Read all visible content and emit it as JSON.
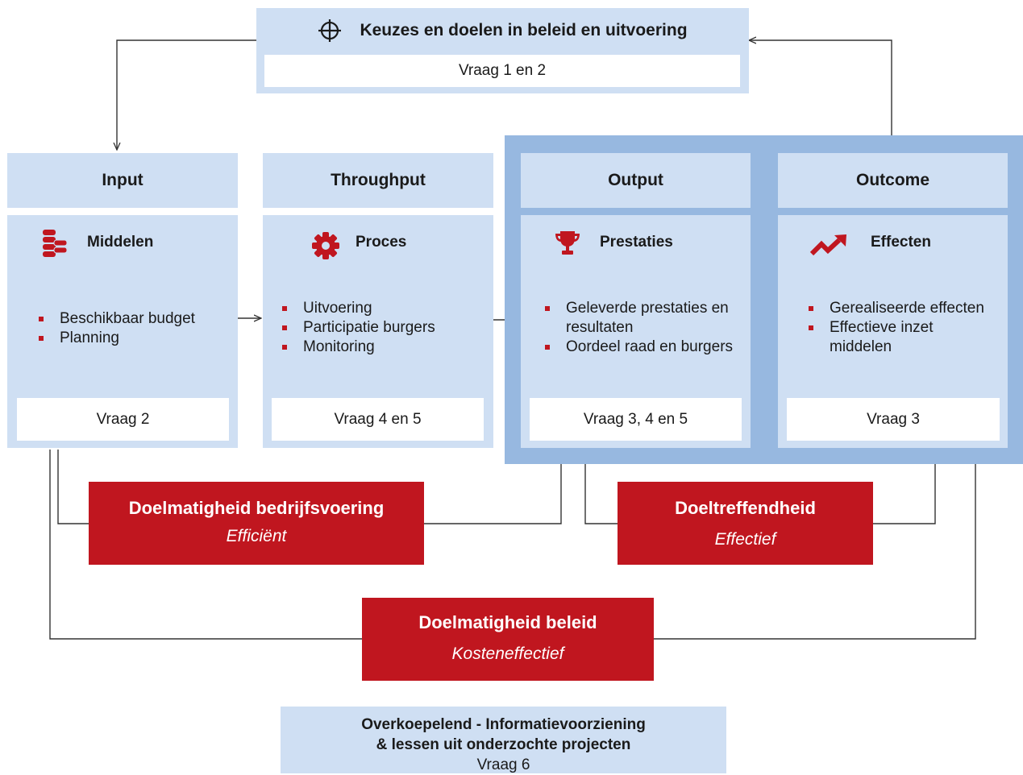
{
  "top": {
    "title": "Keuzes en doelen in beleid en uitvoering",
    "question": "Vraag 1 en 2",
    "icon": "crosshair-icon"
  },
  "stages": [
    {
      "header": "Input",
      "title": "Middelen",
      "icon": "coins-stack-icon",
      "bullets": [
        "Beschikbaar budget",
        "Planning"
      ],
      "question": "Vraag 2"
    },
    {
      "header": "Throughput",
      "title": "Proces",
      "icon": "gear-icon",
      "bullets": [
        "Uitvoering",
        "Participatie burgers",
        "Monitoring"
      ],
      "question": "Vraag 4 en 5"
    },
    {
      "header": "Output",
      "title": "Prestaties",
      "icon": "trophy-icon",
      "bullets": [
        "Geleverde prestaties en resultaten",
        "Oordeel raad en burgers"
      ],
      "question": "Vraag 3, 4 en 5"
    },
    {
      "header": "Outcome",
      "title": "Effecten",
      "icon": "trend-up-icon",
      "bullets": [
        "Gerealiseerde effecten",
        "Effectieve inzet middelen"
      ],
      "question": "Vraag 3"
    }
  ],
  "efficiency": [
    {
      "title": "Doelmatigheid bedrijfsvoering",
      "subtitle": "Efficiënt"
    },
    {
      "title": "Doeltreffendheid",
      "subtitle": "Effectief"
    },
    {
      "title": "Doelmatigheid beleid",
      "subtitle": "Kosteneffectief"
    }
  ],
  "overarching": {
    "line1": "Overkoepelend - Informatievoorziening",
    "line2": "& lessen uit onderzochte projecten",
    "question": "Vraag 6"
  },
  "colors": {
    "light_blue": "#cfdff3",
    "mid_blue": "#97b8e0",
    "red": "#c0161f"
  }
}
